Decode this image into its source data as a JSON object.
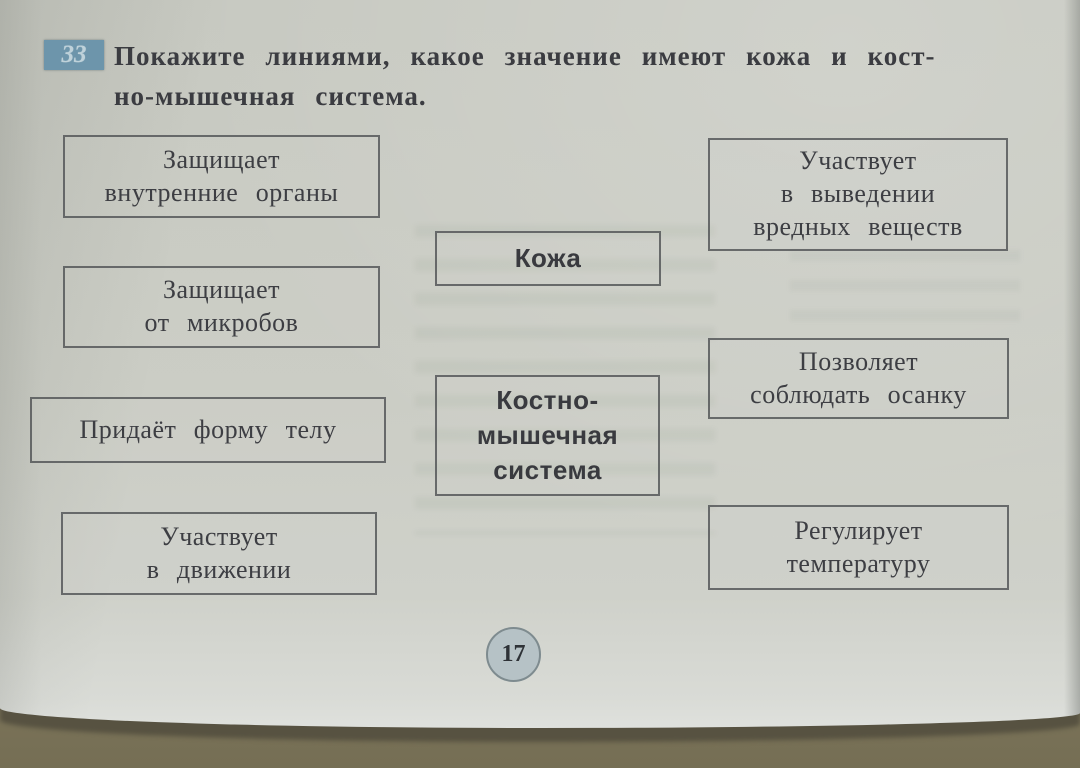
{
  "colors": {
    "page_background": "#cbcdc5",
    "table_background": "#8d8468",
    "edge_shadow": "#575241",
    "box_border": "#4e5053",
    "text": "#3d3e43",
    "badge_background": "#6d95ab",
    "badge_text": "#bfd2da",
    "circle_fill": "#b6c2c6",
    "circle_border": "#7e8b8f"
  },
  "task": {
    "number": "33",
    "text_lines": [
      "Покажите линиями, какое значение имеют кожа и кост-",
      "но-мышечная система."
    ]
  },
  "diagram": {
    "left_boxes": [
      {
        "id": "protects-internal-organs",
        "lines": [
          "Защищает",
          "внутренние органы"
        ]
      },
      {
        "id": "protects-from-microbes",
        "lines": [
          "Защищает",
          "от микробов"
        ]
      },
      {
        "id": "gives-body-shape",
        "lines": [
          "Придаёт форму телу"
        ]
      },
      {
        "id": "participates-in-movement",
        "lines": [
          "Участвует",
          "в движении"
        ]
      }
    ],
    "center_boxes": [
      {
        "id": "skin",
        "lines": [
          "Кожа"
        ]
      },
      {
        "id": "musculoskeletal-system",
        "lines": [
          "Костно-",
          "мышечная",
          "система"
        ]
      }
    ],
    "right_boxes": [
      {
        "id": "removes-harmful-substances",
        "lines": [
          "Участвует",
          "в выведении",
          "вредных веществ"
        ]
      },
      {
        "id": "maintains-posture",
        "lines": [
          "Позволяет",
          "соблюдать осанку"
        ]
      },
      {
        "id": "regulates-temperature",
        "lines": [
          "Регулирует",
          "температуру"
        ]
      }
    ]
  },
  "footer": {
    "page_number": "17"
  }
}
